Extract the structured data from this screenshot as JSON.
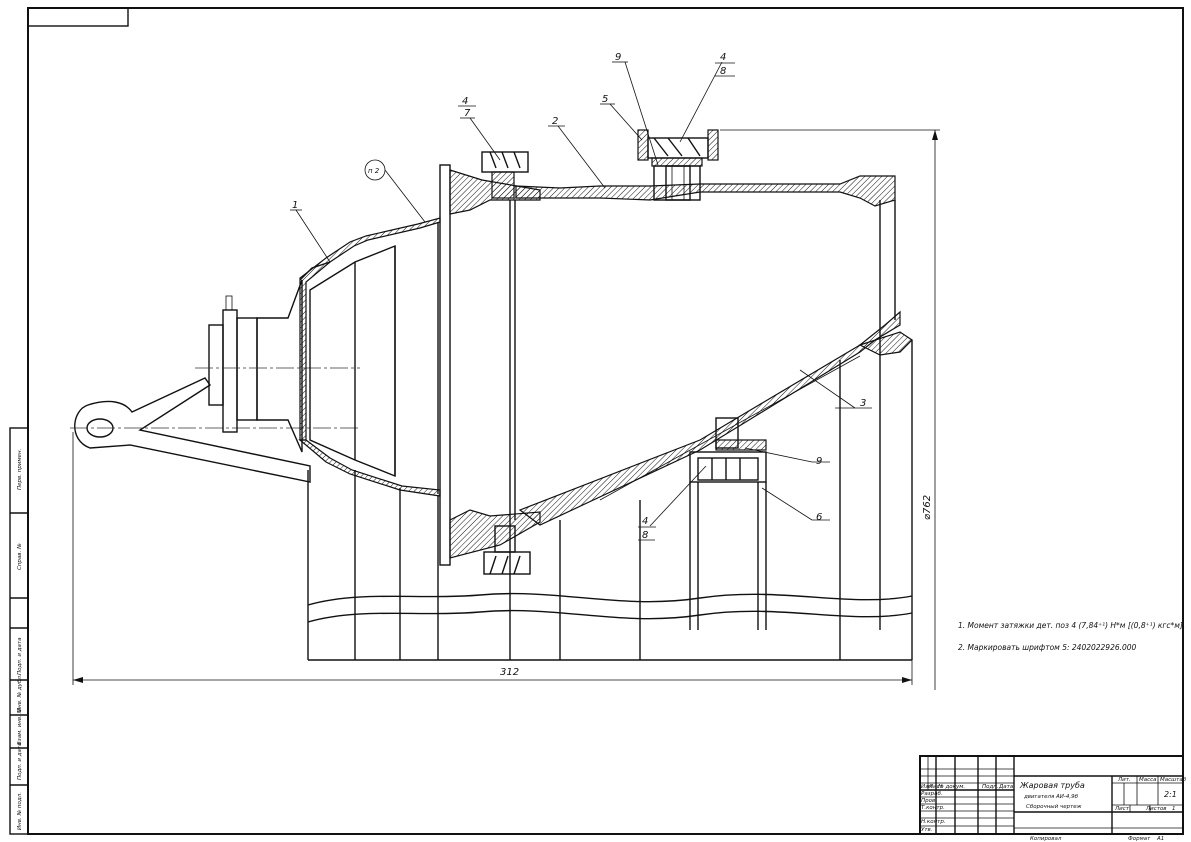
{
  "callouts": {
    "c1": "1",
    "c2": "2",
    "c3": "3",
    "c4a": "4",
    "c4a_sub": "7",
    "c4b": "4",
    "c4b_sub": "8",
    "c4c": "4",
    "c4c_sub": "8",
    "c5": "5",
    "c6": "6",
    "c9a": "9",
    "c9b": "9",
    "detail": "п 2"
  },
  "dimensions": {
    "length": "312",
    "diameter": "⌀762"
  },
  "notes": [
    "1. Момент затяжки дет. поз 4      (7,84⁺¹) Н*м [(0,8⁺¹) кгс*м].",
    "2. Маркировать шрифтом 5: 2402022926.000"
  ],
  "side_strip": [
    "Инв. № подл.",
    "Подп. и дата",
    "Взам. инв. №",
    "Инв. № дубл.",
    "Подп. и дата",
    "Справ. №",
    "Перв. примен."
  ],
  "title_block": {
    "title": "Жаровая труба",
    "subtitle": "двигателя АИ-4,9б",
    "doc_type": "Сборочный чертеж",
    "headers": [
      "Изм",
      "Лист",
      "№ докум.",
      "Подп.",
      "Дата"
    ],
    "roles": [
      "Разраб.",
      "Пров.",
      "Т.контр.",
      "",
      "Н.контр.",
      "Утв."
    ],
    "col_lit": "Лит.",
    "col_mass": "Масса",
    "col_scale": "Масштаб",
    "scale": "2:1",
    "sheet": "Лист",
    "sheets": "Листов",
    "sheets_count": "1",
    "copied": "Копировал",
    "format": "Формат",
    "format_value": "А1"
  }
}
